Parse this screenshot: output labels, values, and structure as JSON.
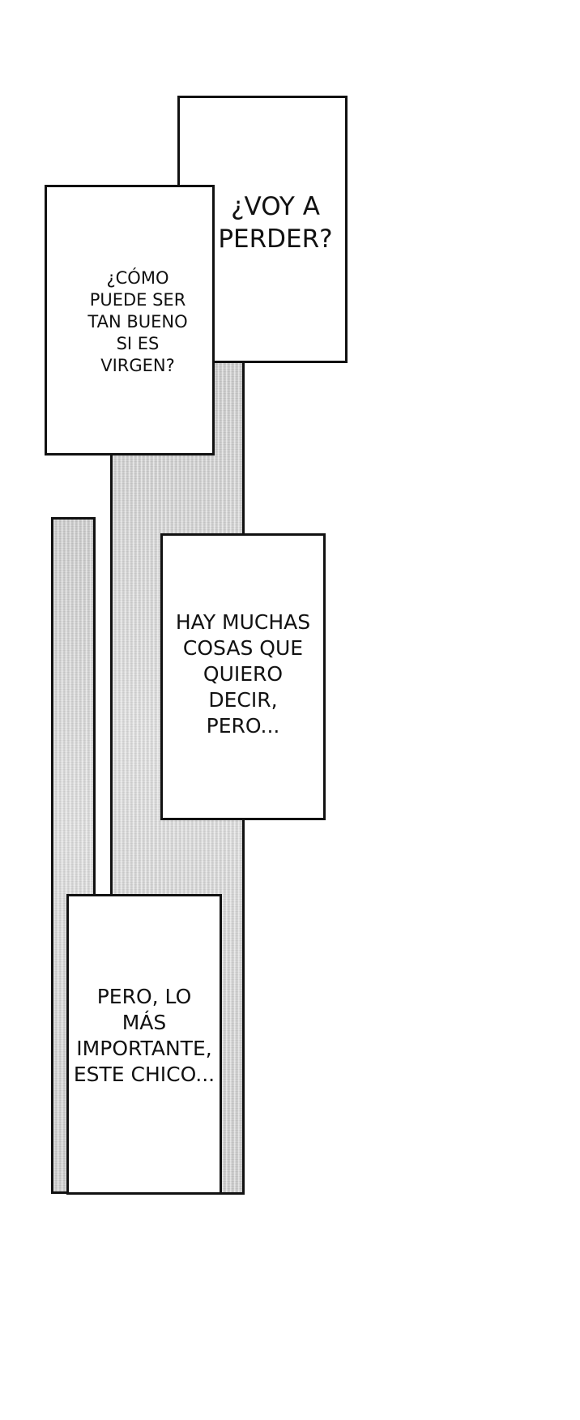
{
  "panels": {
    "top_right_box": {
      "lines": [
        "¿VOY A",
        "PERDER?"
      ]
    },
    "top_left_box": {
      "lines": [
        "¿CÓMO",
        "PUEDE SER",
        "TAN BUENO",
        "SI ES",
        "VIRGEN?"
      ]
    },
    "middle_box": {
      "lines": [
        "HAY MUCHAS",
        "COSAS QUE",
        "QUIERO",
        "DECIR,",
        "PERO..."
      ]
    },
    "bottom_box": {
      "lines": [
        "PERO, LO",
        "MÁS",
        "IMPORTANTE,",
        "ESTE CHICO..."
      ]
    }
  }
}
